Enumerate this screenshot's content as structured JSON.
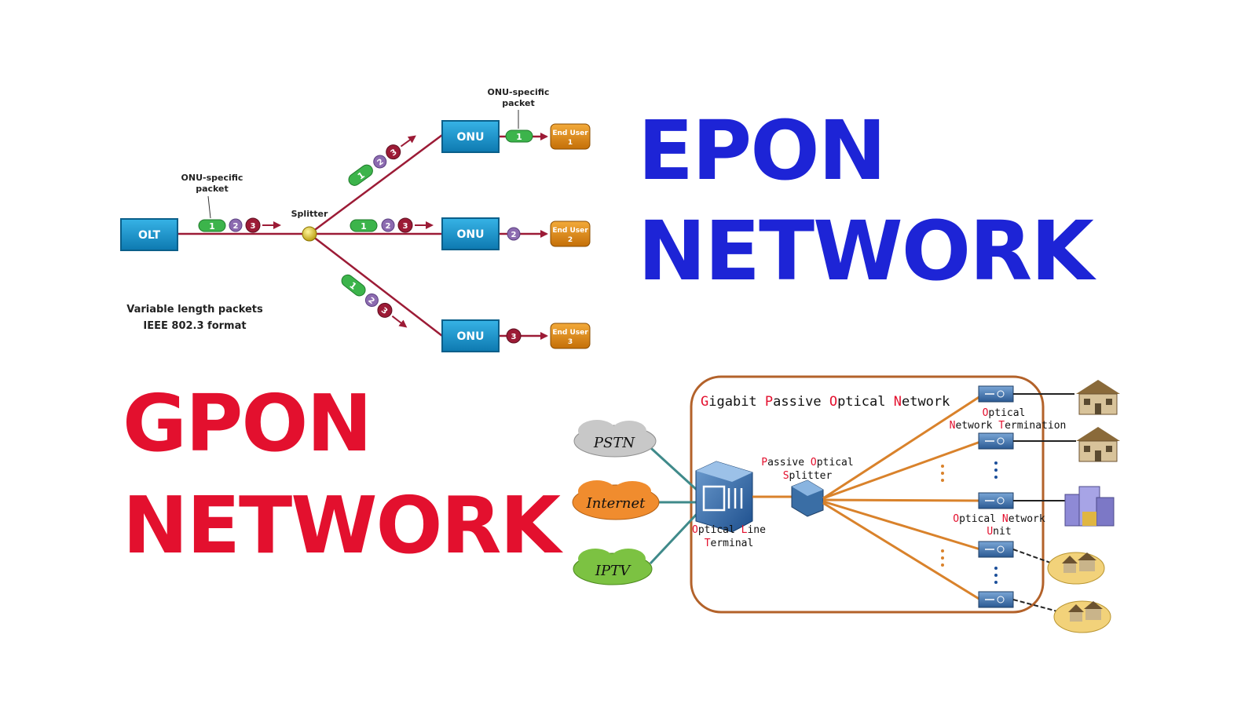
{
  "titles": {
    "epon": [
      "EPON",
      "NETWORK"
    ],
    "gpon": [
      "GPON",
      "NETWORK"
    ]
  },
  "colors": {
    "epon_title": "#1d24d6",
    "gpon_title": "#e3102e",
    "box_blue": "#1596d0",
    "end_user_orange": "#e08a10",
    "fiber_red": "#9c1b36",
    "packet_green": "#3cb44b",
    "packet_purple": "#8c6bb0",
    "packet_red": "#9c1b36",
    "gpon_border": "#b3622a",
    "fiber_orange": "#d9822b",
    "cloud_pstn": "#c8c8c8",
    "cloud_internet": "#f08c2e",
    "cloud_iptv": "#7cc242",
    "gpon_highlight": "#e3102e"
  },
  "epon": {
    "olt": "OLT",
    "splitter": "Splitter",
    "onu_specific": [
      "ONU-specific",
      "packet"
    ],
    "onu": "ONU",
    "packets": [
      "1",
      "2",
      "3"
    ],
    "end_user": "End User",
    "end_user_numbers": [
      "1",
      "2",
      "3"
    ],
    "caption": [
      "Variable length packets",
      "IEEE 802.3 format"
    ]
  },
  "gpon": {
    "title_words": [
      "Gigabit",
      "Passive",
      "Optical",
      "Network"
    ],
    "clouds": [
      "PSTN",
      "Internet",
      "IPTV"
    ],
    "olt_label": [
      "Optical Line",
      "Terminal"
    ],
    "splitter_label": [
      "Passive Optical",
      "Splitter"
    ],
    "ont_label": [
      "Optical",
      "Network Termination"
    ],
    "onu_label": [
      "Optical Network",
      "Unit"
    ]
  }
}
